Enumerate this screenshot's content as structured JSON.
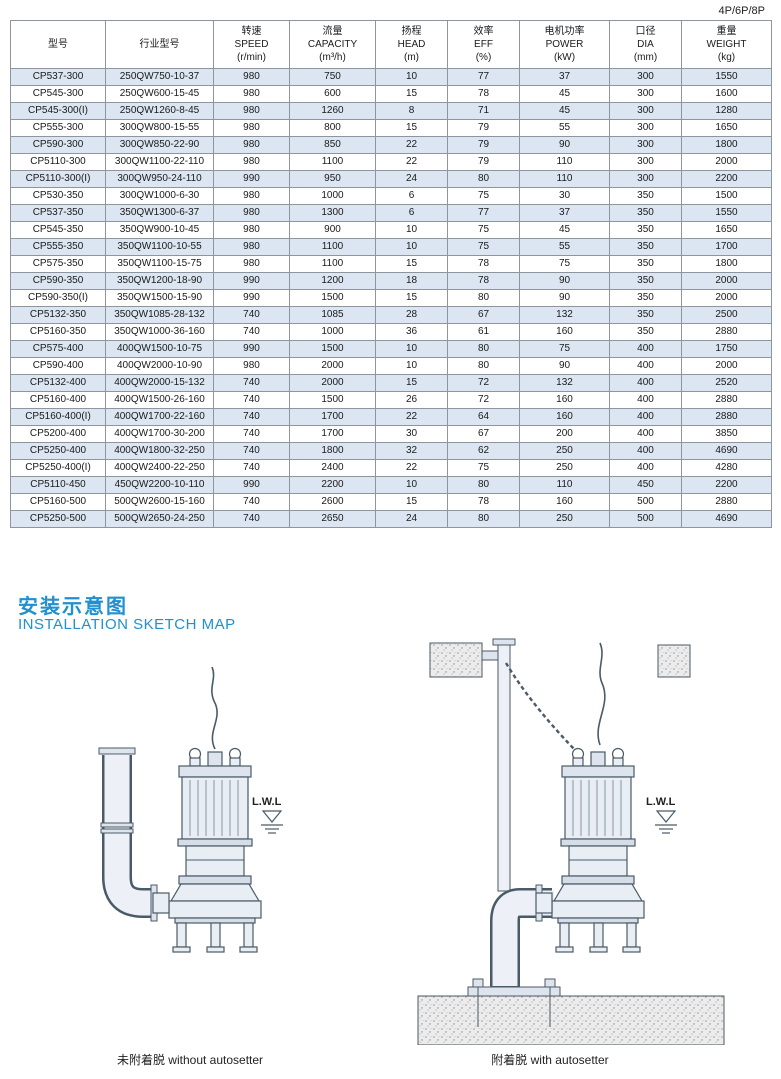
{
  "page_label": "4P/6P/8P",
  "table": {
    "headers": [
      {
        "zh": "型号",
        "en": "",
        "unit": ""
      },
      {
        "zh": "行业型号",
        "en": "",
        "unit": ""
      },
      {
        "zh": "转速",
        "en": "SPEED",
        "unit": "(r/min)"
      },
      {
        "zh": "流量",
        "en": "CAPACITY",
        "unit": "(m³/h)"
      },
      {
        "zh": "扬程",
        "en": "HEAD",
        "unit": "(m)"
      },
      {
        "zh": "效率",
        "en": "EFF",
        "unit": "(%)"
      },
      {
        "zh": "电机功率",
        "en": "POWER",
        "unit": "(kW)"
      },
      {
        "zh": "口径",
        "en": "DIA",
        "unit": "(mm)"
      },
      {
        "zh": "重量",
        "en": "WEIGHT",
        "unit": "(kg)"
      }
    ],
    "rows": [
      [
        "CP537-300",
        "250QW750-10-37",
        "980",
        "750",
        "10",
        "77",
        "37",
        "300",
        "1550"
      ],
      [
        "CP545-300",
        "250QW600-15-45",
        "980",
        "600",
        "15",
        "78",
        "45",
        "300",
        "1600"
      ],
      [
        "CP545-300(I)",
        "250QW1260-8-45",
        "980",
        "1260",
        "8",
        "71",
        "45",
        "300",
        "1280"
      ],
      [
        "CP555-300",
        "300QW800-15-55",
        "980",
        "800",
        "15",
        "79",
        "55",
        "300",
        "1650"
      ],
      [
        "CP590-300",
        "300QW850-22-90",
        "980",
        "850",
        "22",
        "79",
        "90",
        "300",
        "1800"
      ],
      [
        "CP5110-300",
        "300QW1100-22-110",
        "980",
        "1100",
        "22",
        "79",
        "110",
        "300",
        "2000"
      ],
      [
        "CP5110-300(I)",
        "300QW950-24-110",
        "990",
        "950",
        "24",
        "80",
        "110",
        "300",
        "2200"
      ],
      [
        "CP530-350",
        "300QW1000-6-30",
        "980",
        "1000",
        "6",
        "75",
        "30",
        "350",
        "1500"
      ],
      [
        "CP537-350",
        "350QW1300-6-37",
        "980",
        "1300",
        "6",
        "77",
        "37",
        "350",
        "1550"
      ],
      [
        "CP545-350",
        "350QW900-10-45",
        "980",
        "900",
        "10",
        "75",
        "45",
        "350",
        "1650"
      ],
      [
        "CP555-350",
        "350QW1100-10-55",
        "980",
        "1100",
        "10",
        "75",
        "55",
        "350",
        "1700"
      ],
      [
        "CP575-350",
        "350QW1100-15-75",
        "980",
        "1100",
        "15",
        "78",
        "75",
        "350",
        "1800"
      ],
      [
        "CP590-350",
        "350QW1200-18-90",
        "990",
        "1200",
        "18",
        "78",
        "90",
        "350",
        "2000"
      ],
      [
        "CP590-350(I)",
        "350QW1500-15-90",
        "990",
        "1500",
        "15",
        "80",
        "90",
        "350",
        "2000"
      ],
      [
        "CP5132-350",
        "350QW1085-28-132",
        "740",
        "1085",
        "28",
        "67",
        "132",
        "350",
        "2500"
      ],
      [
        "CP5160-350",
        "350QW1000-36-160",
        "740",
        "1000",
        "36",
        "61",
        "160",
        "350",
        "2880"
      ],
      [
        "CP575-400",
        "400QW1500-10-75",
        "990",
        "1500",
        "10",
        "80",
        "75",
        "400",
        "1750"
      ],
      [
        "CP590-400",
        "400QW2000-10-90",
        "980",
        "2000",
        "10",
        "80",
        "90",
        "400",
        "2000"
      ],
      [
        "CP5132-400",
        "400QW2000-15-132",
        "740",
        "2000",
        "15",
        "72",
        "132",
        "400",
        "2520"
      ],
      [
        "CP5160-400",
        "400QW1500-26-160",
        "740",
        "1500",
        "26",
        "72",
        "160",
        "400",
        "2880"
      ],
      [
        "CP5160-400(I)",
        "400QW1700-22-160",
        "740",
        "1700",
        "22",
        "64",
        "160",
        "400",
        "2880"
      ],
      [
        "CP5200-400",
        "400QW1700-30-200",
        "740",
        "1700",
        "30",
        "67",
        "200",
        "400",
        "3850"
      ],
      [
        "CP5250-400",
        "400QW1800-32-250",
        "740",
        "1800",
        "32",
        "62",
        "250",
        "400",
        "4690"
      ],
      [
        "CP5250-400(I)",
        "400QW2400-22-250",
        "740",
        "2400",
        "22",
        "75",
        "250",
        "400",
        "4280"
      ],
      [
        "CP5110-450",
        "450QW2200-10-110",
        "990",
        "2200",
        "10",
        "80",
        "110",
        "450",
        "2200"
      ],
      [
        "CP5160-500",
        "500QW2600-15-160",
        "740",
        "2600",
        "15",
        "78",
        "160",
        "500",
        "2880"
      ],
      [
        "CP5250-500",
        "500QW2650-24-250",
        "740",
        "2650",
        "24",
        "80",
        "250",
        "500",
        "4690"
      ]
    ]
  },
  "section": {
    "title_zh": "安装示意图",
    "title_en": "INSTALLATION SKETCH MAP"
  },
  "diagrams": {
    "lwl_label": "L.W.L",
    "left_caption": "未附着脱 without autosetter",
    "right_caption": "附着脱 with autosetter"
  },
  "colors": {
    "accent_blue": "#2090d0",
    "row_stripe": "#dce6f2"
  }
}
